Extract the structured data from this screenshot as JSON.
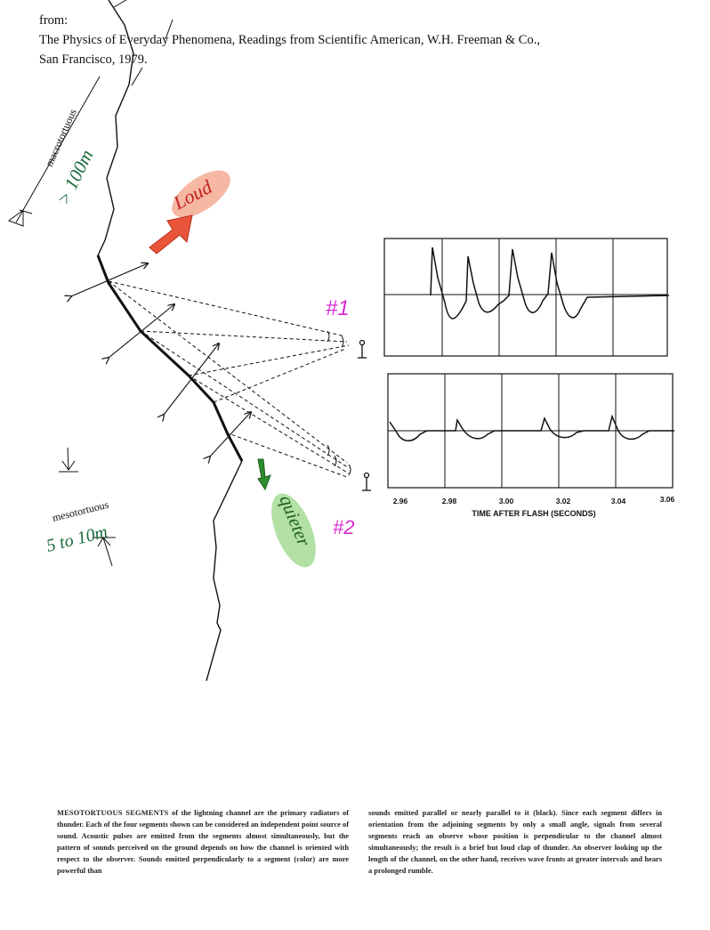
{
  "source_note": {
    "lines": [
      "from:",
      "The Physics of Everyday Phenomena, Readings from Scientific American, W.H. Freeman & Co.,",
      "San Francisco, 1979."
    ]
  },
  "annotations": {
    "macro_label": "macrotortuous",
    "macro_scale": "> 100m",
    "meso_label": "mesotortuous",
    "meso_scale": "5 to 10m",
    "loud": "Loud",
    "quieter": "quieter",
    "observer_1": "#1",
    "observer_2": "#2"
  },
  "plot": {
    "x_ticks": [
      "2.96",
      "2.98",
      "3.00",
      "3.02",
      "3.04",
      "3.06"
    ],
    "x_title": "TIME AFTER FLASH (SECONDS)"
  },
  "colors": {
    "loud": "#e8553a",
    "quieter": "#2e8b2e",
    "observer": "#d62ad0",
    "handwriting": "#1a6a3a"
  },
  "caption": {
    "lead": "MESOTORTUOUS SEGMENTS",
    "left": " of the lightning channel are the primary radiators of thunder. Each of the four segments shown can be considered an independent point source of sound. Acoustic pulses are emitted from the segments almost simultaneously, but the pattern of sounds perceived on the ground depends on how the channel is oriented with respect to the observer. Sounds emitted perpendicularly to a segment (color) are more powerful than",
    "right": "sounds emitted parallel or nearly parallel to it (black). Since each segment differs in orientation from the adjoining segments by only a small angle, signals from several segments reach an observe whose position is perpendicular to the channel almost simultaneously; the result is a brief but loud clap of thunder. An observer looking up the length of the channel, on the other hand, receives wave fronts at greater intervals and hears a prolonged rumble."
  }
}
